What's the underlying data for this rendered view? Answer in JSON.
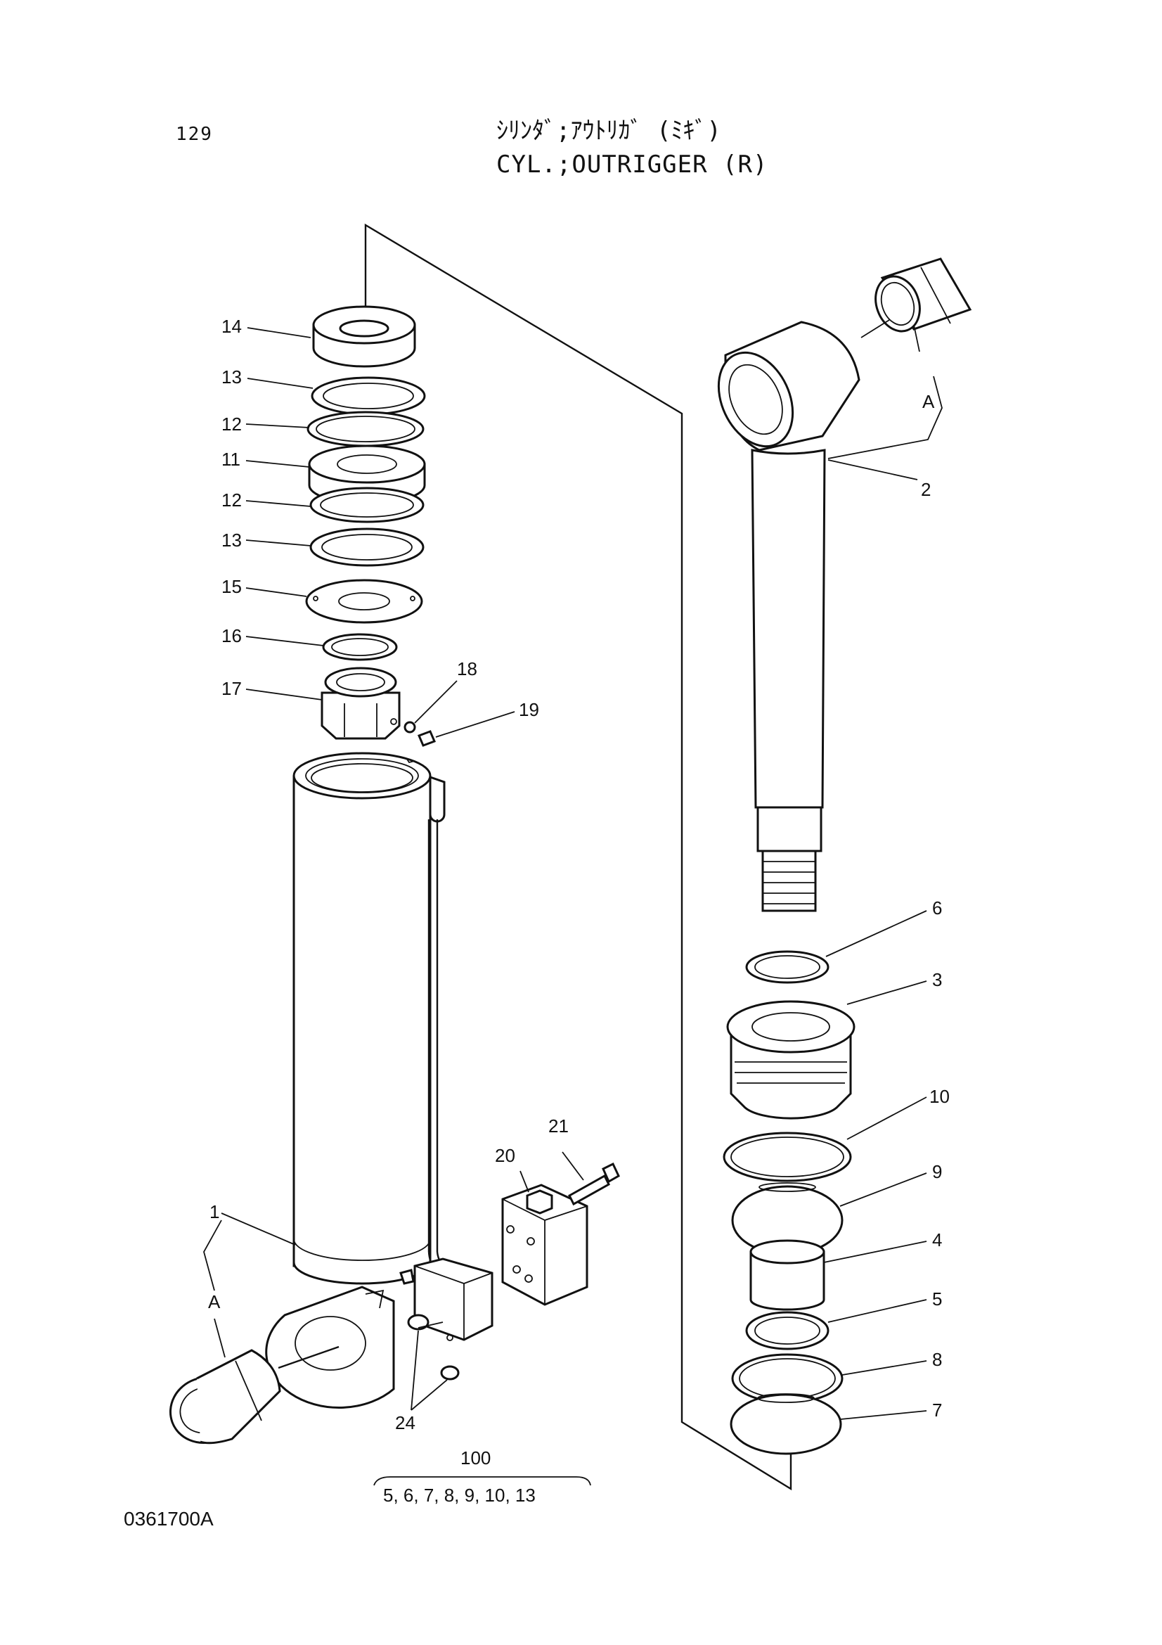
{
  "page": {
    "number": "129",
    "title_jp": "ｼﾘﾝﾀﾞ;ｱｳﾄﾘｶﾞ (ﾐｷﾞ)",
    "title_en": "CYL.;OUTRIGGER (R)",
    "drawing_code": "0361700A"
  },
  "callouts": {
    "c1": "1",
    "c2": "2",
    "c3": "3",
    "c4": "4",
    "c5": "5",
    "c6": "6",
    "c7": "7",
    "c8": "8",
    "c9": "9",
    "c10": "10",
    "c11": "11",
    "c12a": "12",
    "c12b": "12",
    "c13a": "13",
    "c13b": "13",
    "c14": "14",
    "c15": "15",
    "c16": "16",
    "c17": "17",
    "c18": "18",
    "c19": "19",
    "c20": "20",
    "c21": "21",
    "c24": "24",
    "ref_a_left": "A",
    "ref_a_right": "A"
  },
  "kit": {
    "number": "100",
    "contents": "5, 6, 7, 8, 9, 10, 13"
  }
}
